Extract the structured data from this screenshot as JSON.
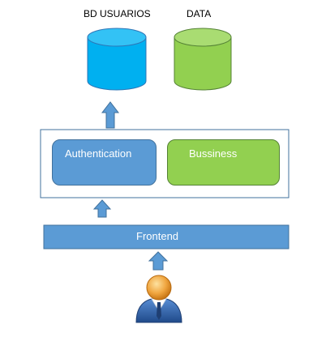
{
  "databases": {
    "users_db": {
      "label": "BD USUARIOS",
      "color": "#00b0f0"
    },
    "data_db": {
      "label": "DATA",
      "color": "#92d050"
    }
  },
  "backend": {
    "authentication": {
      "label": "Authentication",
      "color": "#5b9bd5"
    },
    "business": {
      "label": "Bussiness",
      "color": "#92d050"
    }
  },
  "frontend": {
    "label": "Frontend",
    "color": "#5b9bd5"
  },
  "user": {
    "icon": "user-icon"
  },
  "arrows": {
    "color": "#4f81bd"
  }
}
